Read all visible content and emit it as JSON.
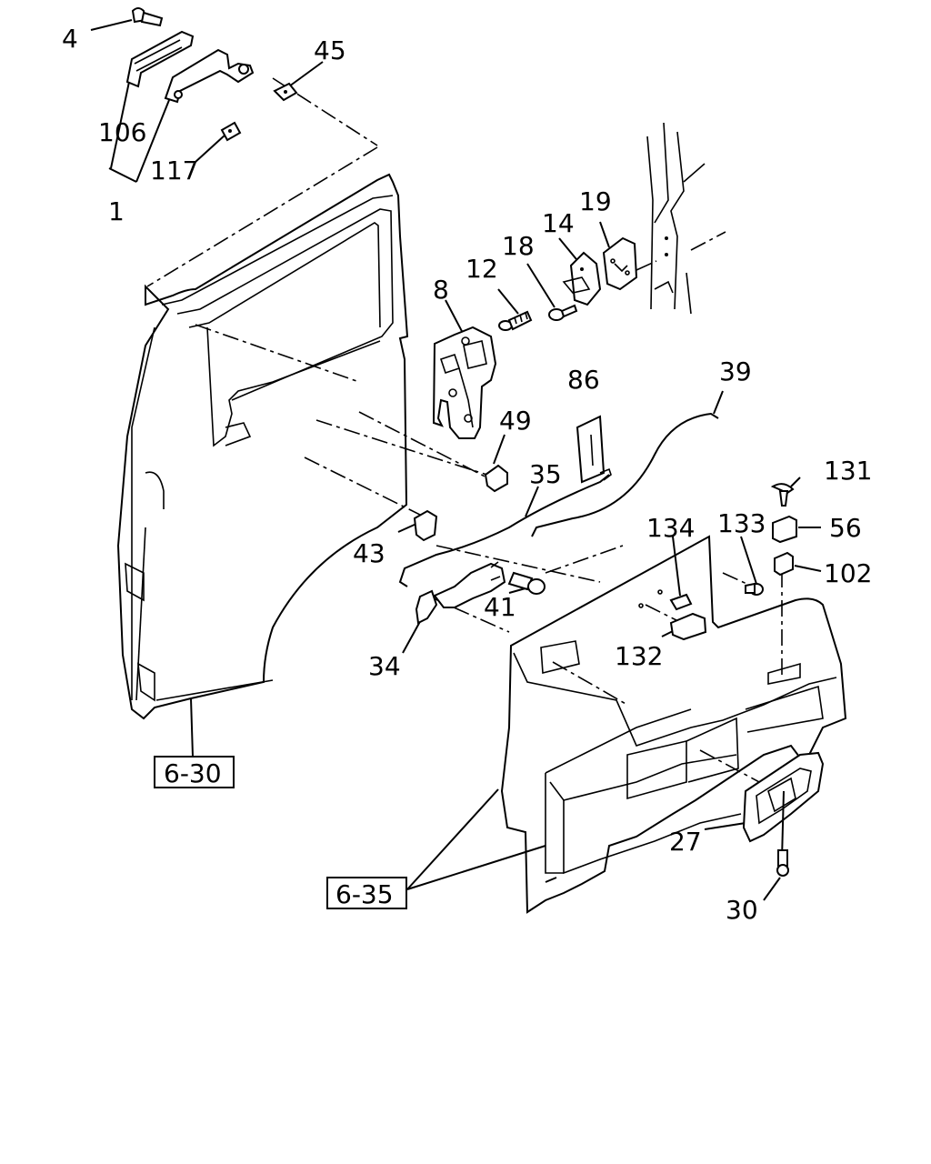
{
  "labels": {
    "p4": "4",
    "p45": "45",
    "p106": "106",
    "p117": "117",
    "p1": "1",
    "p19": "19",
    "p14": "14",
    "p18": "18",
    "p12": "12",
    "p8": "8",
    "p86": "86",
    "p39": "39",
    "p49": "49",
    "p35": "35",
    "p131": "131",
    "p43": "43",
    "p134": "134",
    "p133": "133",
    "p56": "56",
    "p102": "102",
    "p41": "41",
    "p34": "34",
    "p132": "132",
    "p27": "27",
    "p30": "30"
  },
  "refs": {
    "ref630": "6-30",
    "ref635": "6-35"
  }
}
